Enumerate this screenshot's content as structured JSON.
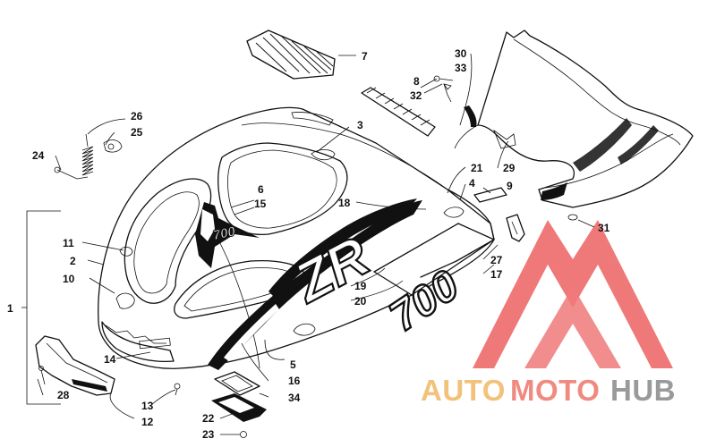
{
  "callouts": {
    "c1": "1",
    "c2": "2",
    "c3": "3",
    "c4": "4",
    "c5": "5",
    "c6": "6",
    "c7": "7",
    "c8": "8",
    "c9": "9",
    "c10": "10",
    "c11": "11",
    "c12": "12",
    "c13": "13",
    "c14": "14",
    "c15": "15",
    "c16": "16",
    "c17": "17",
    "c18": "18",
    "c19": "19",
    "c20": "20",
    "c21": "21",
    "c22": "22",
    "c23": "23",
    "c24": "24",
    "c25": "25",
    "c26": "26",
    "c27": "27",
    "c28": "28",
    "c29": "29",
    "c30": "30",
    "c31": "31",
    "c32": "32",
    "c33": "33",
    "c34": "34"
  },
  "decals": {
    "model_number": "700",
    "model_letters": "ZR"
  },
  "watermark": {
    "part1": "AUTO",
    "part2": "MOTO",
    "part3": "HUB",
    "color_auto": "#f2c27a",
    "color_moto": "#f08a80",
    "color_hub": "#9a9a9a",
    "mark_color": "#ee6b6b"
  }
}
